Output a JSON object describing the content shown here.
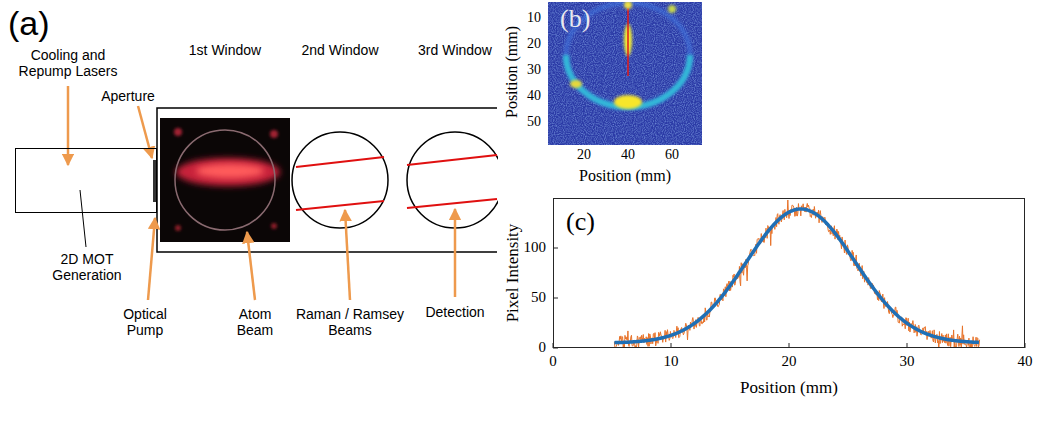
{
  "diagram": {
    "nodes": [
      {
        "text": [
          "2D MOT Generation"
        ]
      },
      {
        "text": [
          "(b)"
        ]
      },
      {
        "text": [
          "(c)"
        ]
      }
    ],
    "labels": [
      "(a)",
      "Cooling and Repump Lasers",
      "Aperture",
      "1st Window",
      "2nd Window",
      "3rd Window",
      "Optical Pump",
      "Atom Beam",
      "Raman / Ramsey Beams",
      "Detection",
      "Position (mm)",
      "10",
      "20",
      "30",
      "40",
      "50",
      "20",
      "40",
      "60",
      "Position (mm)",
      "Pixel Intensity",
      "0",
      "50",
      "100",
      "0",
      "10",
      "20",
      "30",
      "40",
      "Position (mm)"
    ]
  }
}
